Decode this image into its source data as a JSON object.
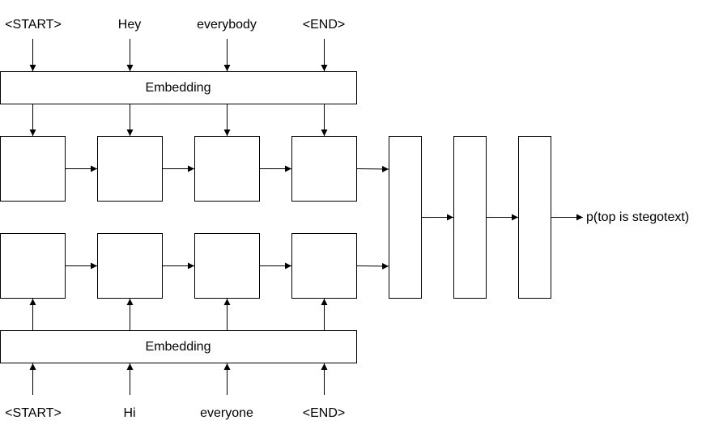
{
  "top_tokens": [
    "<START>",
    "Hey",
    "everybody",
    "<END>"
  ],
  "bottom_tokens": [
    "<START>",
    "Hi",
    "everyone",
    "<END>"
  ],
  "top_embedding_label": "Embedding",
  "bottom_embedding_label": "Embedding",
  "output_label": "p(top is stegotext)",
  "colors": {
    "stroke": "#000000",
    "fill": "#ffffff"
  }
}
